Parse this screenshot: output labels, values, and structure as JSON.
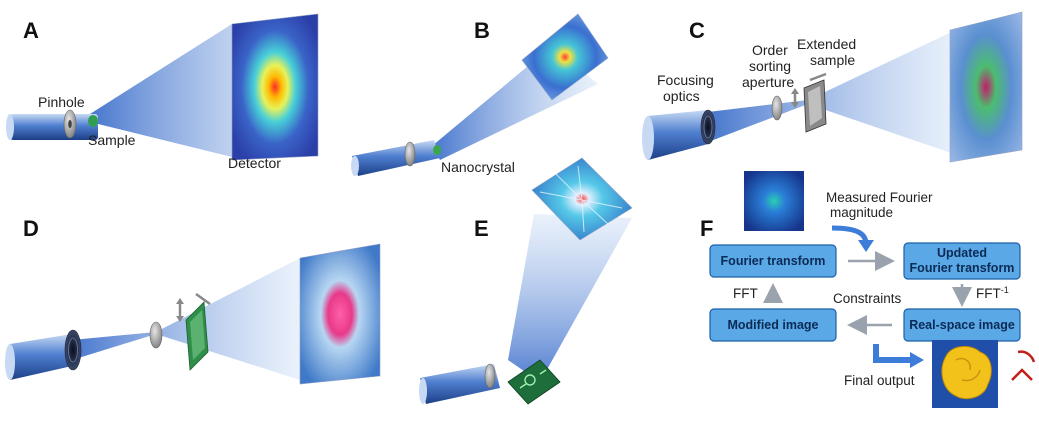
{
  "panels": {
    "a": {
      "label": "A",
      "pinhole": "Pinhole",
      "sample": "Sample",
      "detector": "Detector"
    },
    "b": {
      "label": "B",
      "nanocrystal": "Nanocrystal"
    },
    "c": {
      "label": "C",
      "focusing_1": "Focusing",
      "focusing_2": "optics",
      "order_1": "Order",
      "order_2": "sorting",
      "order_3": "aperture",
      "extended_1": "Extended",
      "extended_2": "sample"
    },
    "d": {
      "label": "D"
    },
    "e": {
      "label": "E"
    },
    "f": {
      "label": "F",
      "measured_1": "Measured Fourier",
      "measured_2": "magnitude",
      "fourier_transform": "Fourier transform",
      "updated_1": "Updated",
      "updated_2": "Fourier transform",
      "fft": "FFT",
      "ifft": "FFT",
      "ifft_sup": "-1",
      "constraints": "Constraints",
      "modified_image": "Modified image",
      "real_space_image": "Real-space image",
      "final_output": "Final output"
    }
  },
  "colors": {
    "beam": "#3a6fd0",
    "box_fill": "#5aa9e6",
    "box_stroke": "#1d5fa8",
    "arrow_gray": "#9aa3ad",
    "arrow_blue": "#3b7dd8"
  }
}
